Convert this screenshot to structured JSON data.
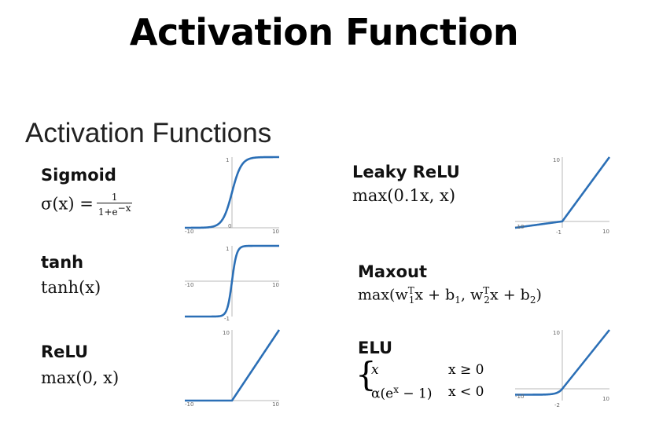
{
  "title": "Activation Function",
  "subtitle": "Activation Functions",
  "functions": {
    "sigmoid": {
      "name": "Sigmoid",
      "lhs": "σ(x) =",
      "num": "1",
      "den": "1+e",
      "den_exp": "−x"
    },
    "tanh": {
      "name": "tanh",
      "formula": "tanh(x)"
    },
    "relu": {
      "name": "ReLU",
      "formula": "max(0, x)"
    },
    "leaky": {
      "name": "Leaky ReLU",
      "formula": "max(0.1x, x)"
    },
    "maxout": {
      "name": "Maxout",
      "formula_a": "max(w",
      "formula_b": "x + b",
      "formula_c": ", w",
      "formula_d": "x + b",
      "formula_e": ")",
      "sup": "T",
      "sub1": "1",
      "sub2": "2"
    },
    "elu": {
      "name": "ELU",
      "row1_expr": "x",
      "row1_cond": "x ≥ 0",
      "row2_expr": "α(e",
      "row2_exp": "x",
      "row2_tail": " − 1)",
      "row2_cond": "x < 0"
    }
  },
  "ticks": {
    "sigmoid": {
      "xmin": "-10",
      "xmax": "10",
      "ytop": "1",
      "origin": "0"
    },
    "tanh": {
      "xmin": "-10",
      "xmax": "10",
      "ytop": "1",
      "ybot": "-1"
    },
    "relu": {
      "xmin": "-10",
      "xmax": "10",
      "ytop": "10"
    },
    "leaky": {
      "xmin": "-10",
      "xmax": "10",
      "ytop": "10",
      "ybot": "-1"
    },
    "elu": {
      "xmin": "-10",
      "xmax": "10",
      "ytop": "10",
      "ybot": "-2"
    }
  },
  "colors": {
    "curve": "#2b6fb6",
    "axis": "#b8b8b8"
  }
}
